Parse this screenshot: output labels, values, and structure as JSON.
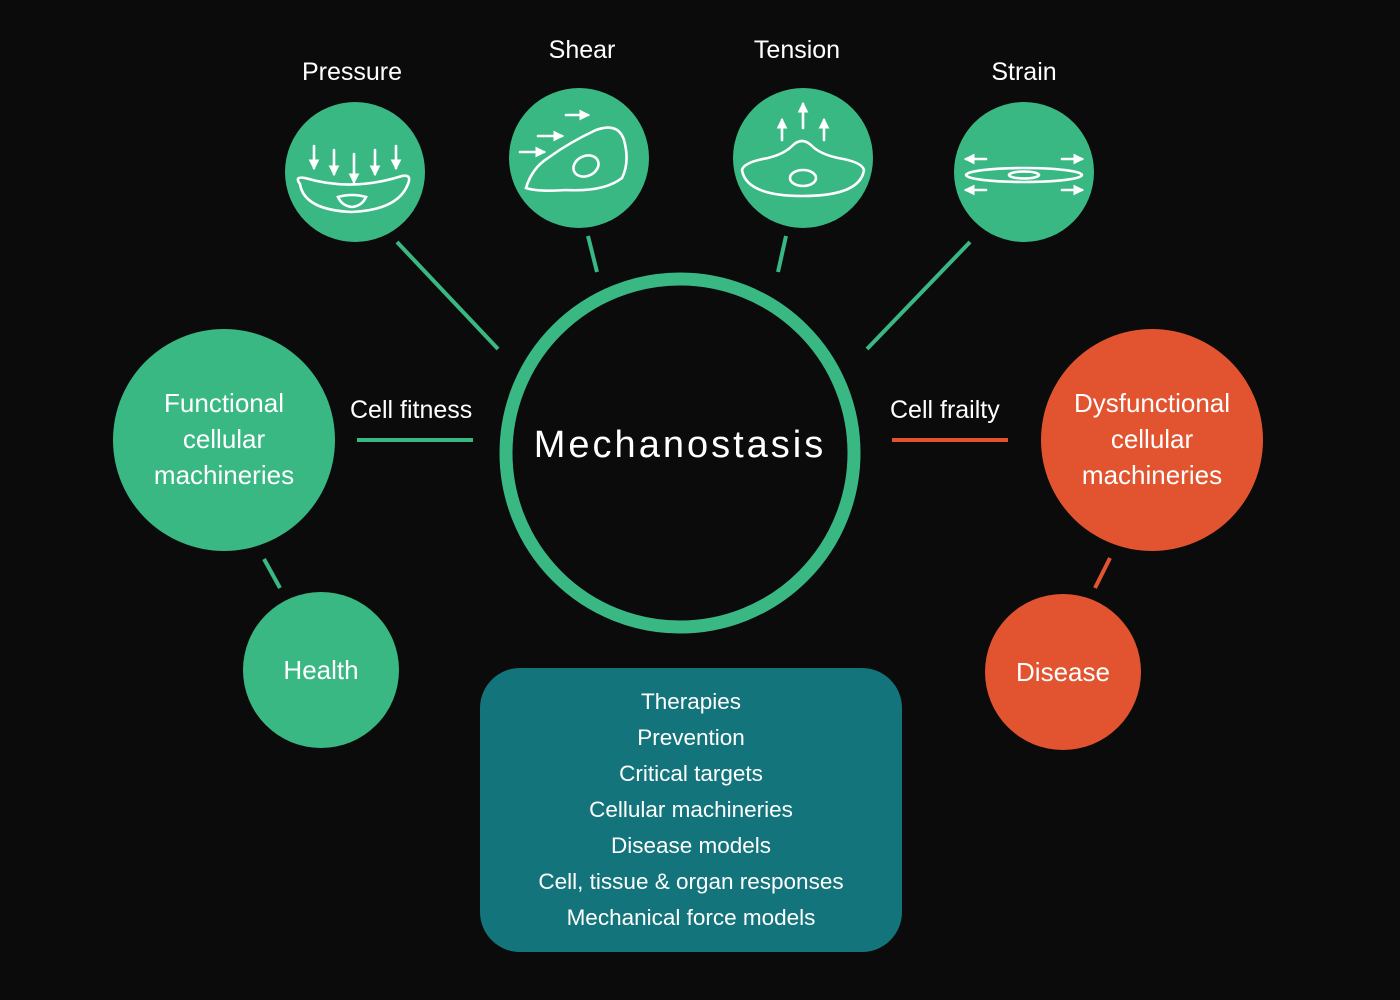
{
  "colors": {
    "background": "#0b0b0b",
    "green": "#3ab884",
    "orange": "#e2542f",
    "teal_panel": "#13757b",
    "white": "#ffffff"
  },
  "center": {
    "title": "Mechanostasis"
  },
  "forces": [
    {
      "label": "Pressure",
      "icon": "pressure-cell-icon"
    },
    {
      "label": "Shear",
      "icon": "shear-cell-icon"
    },
    {
      "label": "Tension",
      "icon": "tension-cell-icon"
    },
    {
      "label": "Strain",
      "icon": "strain-cell-icon"
    }
  ],
  "left": {
    "connector_label": "Cell fitness",
    "node": [
      "Functional",
      "cellular",
      "machineries"
    ],
    "outcome": "Health"
  },
  "right": {
    "connector_label": "Cell frailty",
    "node": [
      "Dysfunctional",
      "cellular",
      "machineries"
    ],
    "outcome": "Disease"
  },
  "panel": {
    "items": [
      "Therapies",
      "Prevention",
      "Critical targets",
      "Cellular machineries",
      "Disease models",
      "Cell, tissue & organ responses",
      "Mechanical force models"
    ]
  }
}
